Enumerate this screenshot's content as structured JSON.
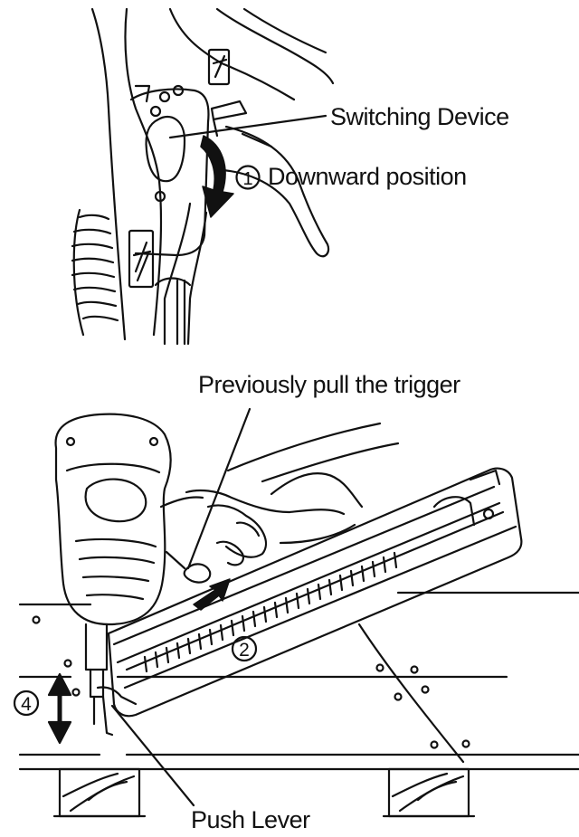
{
  "top_panel": {
    "switching_device_label": "Switching Device",
    "step_number": "1",
    "downward_label": "Downward position"
  },
  "bottom_panel": {
    "trigger_label": "Previously pull the trigger",
    "push_direction_number": "2",
    "bump_number": "4",
    "push_lever_label": "Push Lever"
  },
  "colors": {
    "line": "#111111",
    "background": "#ffffff"
  }
}
